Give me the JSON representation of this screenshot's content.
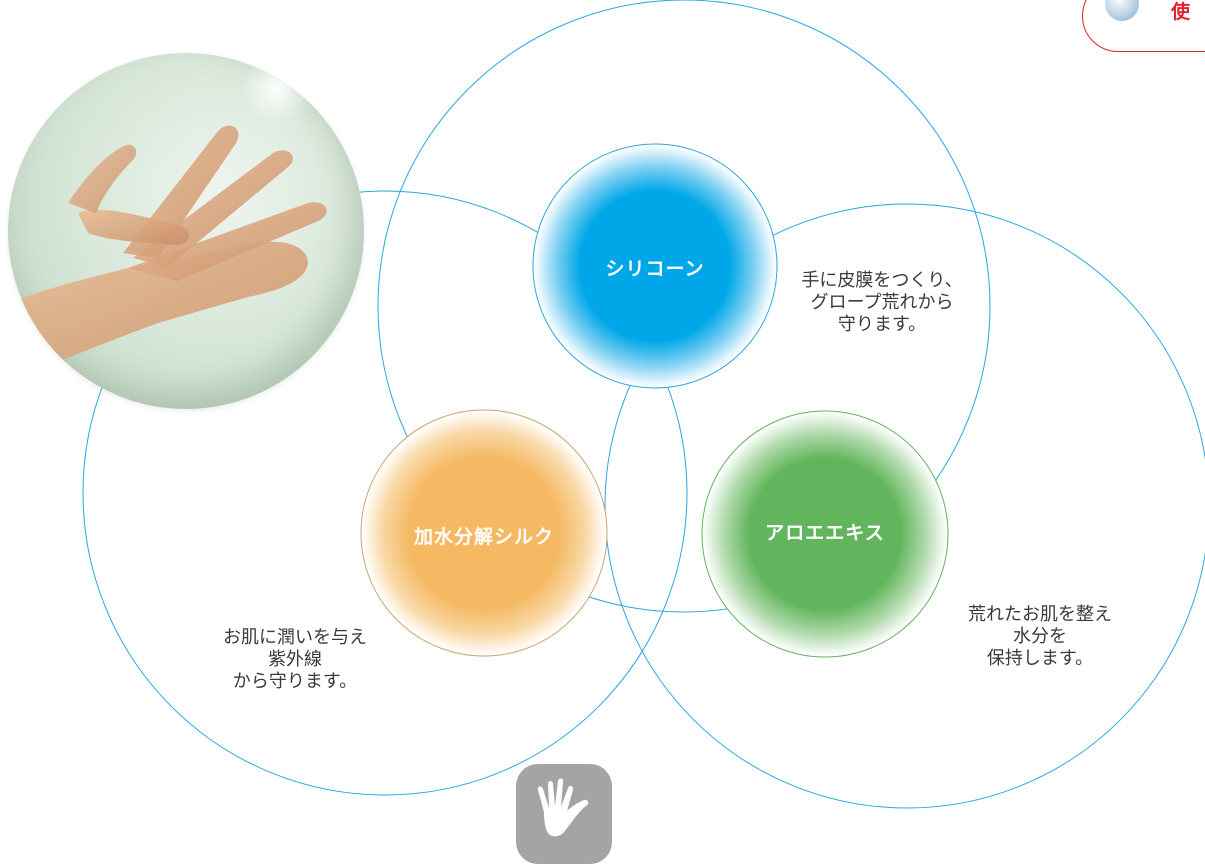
{
  "nodes": {
    "silicone": {
      "label": "シリコーン",
      "color": "#00a7e8",
      "description": [
        "手に皮膜をつくり、",
        "グロープ荒れから",
        "守ります。"
      ]
    },
    "silk": {
      "label": "加水分解シルク",
      "color": "#f4b962",
      "description": [
        "お肌に潤いを与え",
        "紫外線",
        "から守ります。"
      ]
    },
    "aloe": {
      "label": "アロエエキス",
      "color": "#62b55c",
      "description": [
        "荒れたお肌を整え",
        "水分を",
        "保持します。"
      ]
    }
  },
  "badge": {
    "text": "使",
    "border_color": "#e0242e"
  },
  "icons": {
    "hand_photo": "hand-bubble-icon",
    "hand_symbol": "hand-icon",
    "badge_ball": "sphere-icon"
  },
  "colors": {
    "ring": "#29a8e0",
    "silk_ring": "#c9a66c",
    "aloe_ring": "#62b55c"
  }
}
